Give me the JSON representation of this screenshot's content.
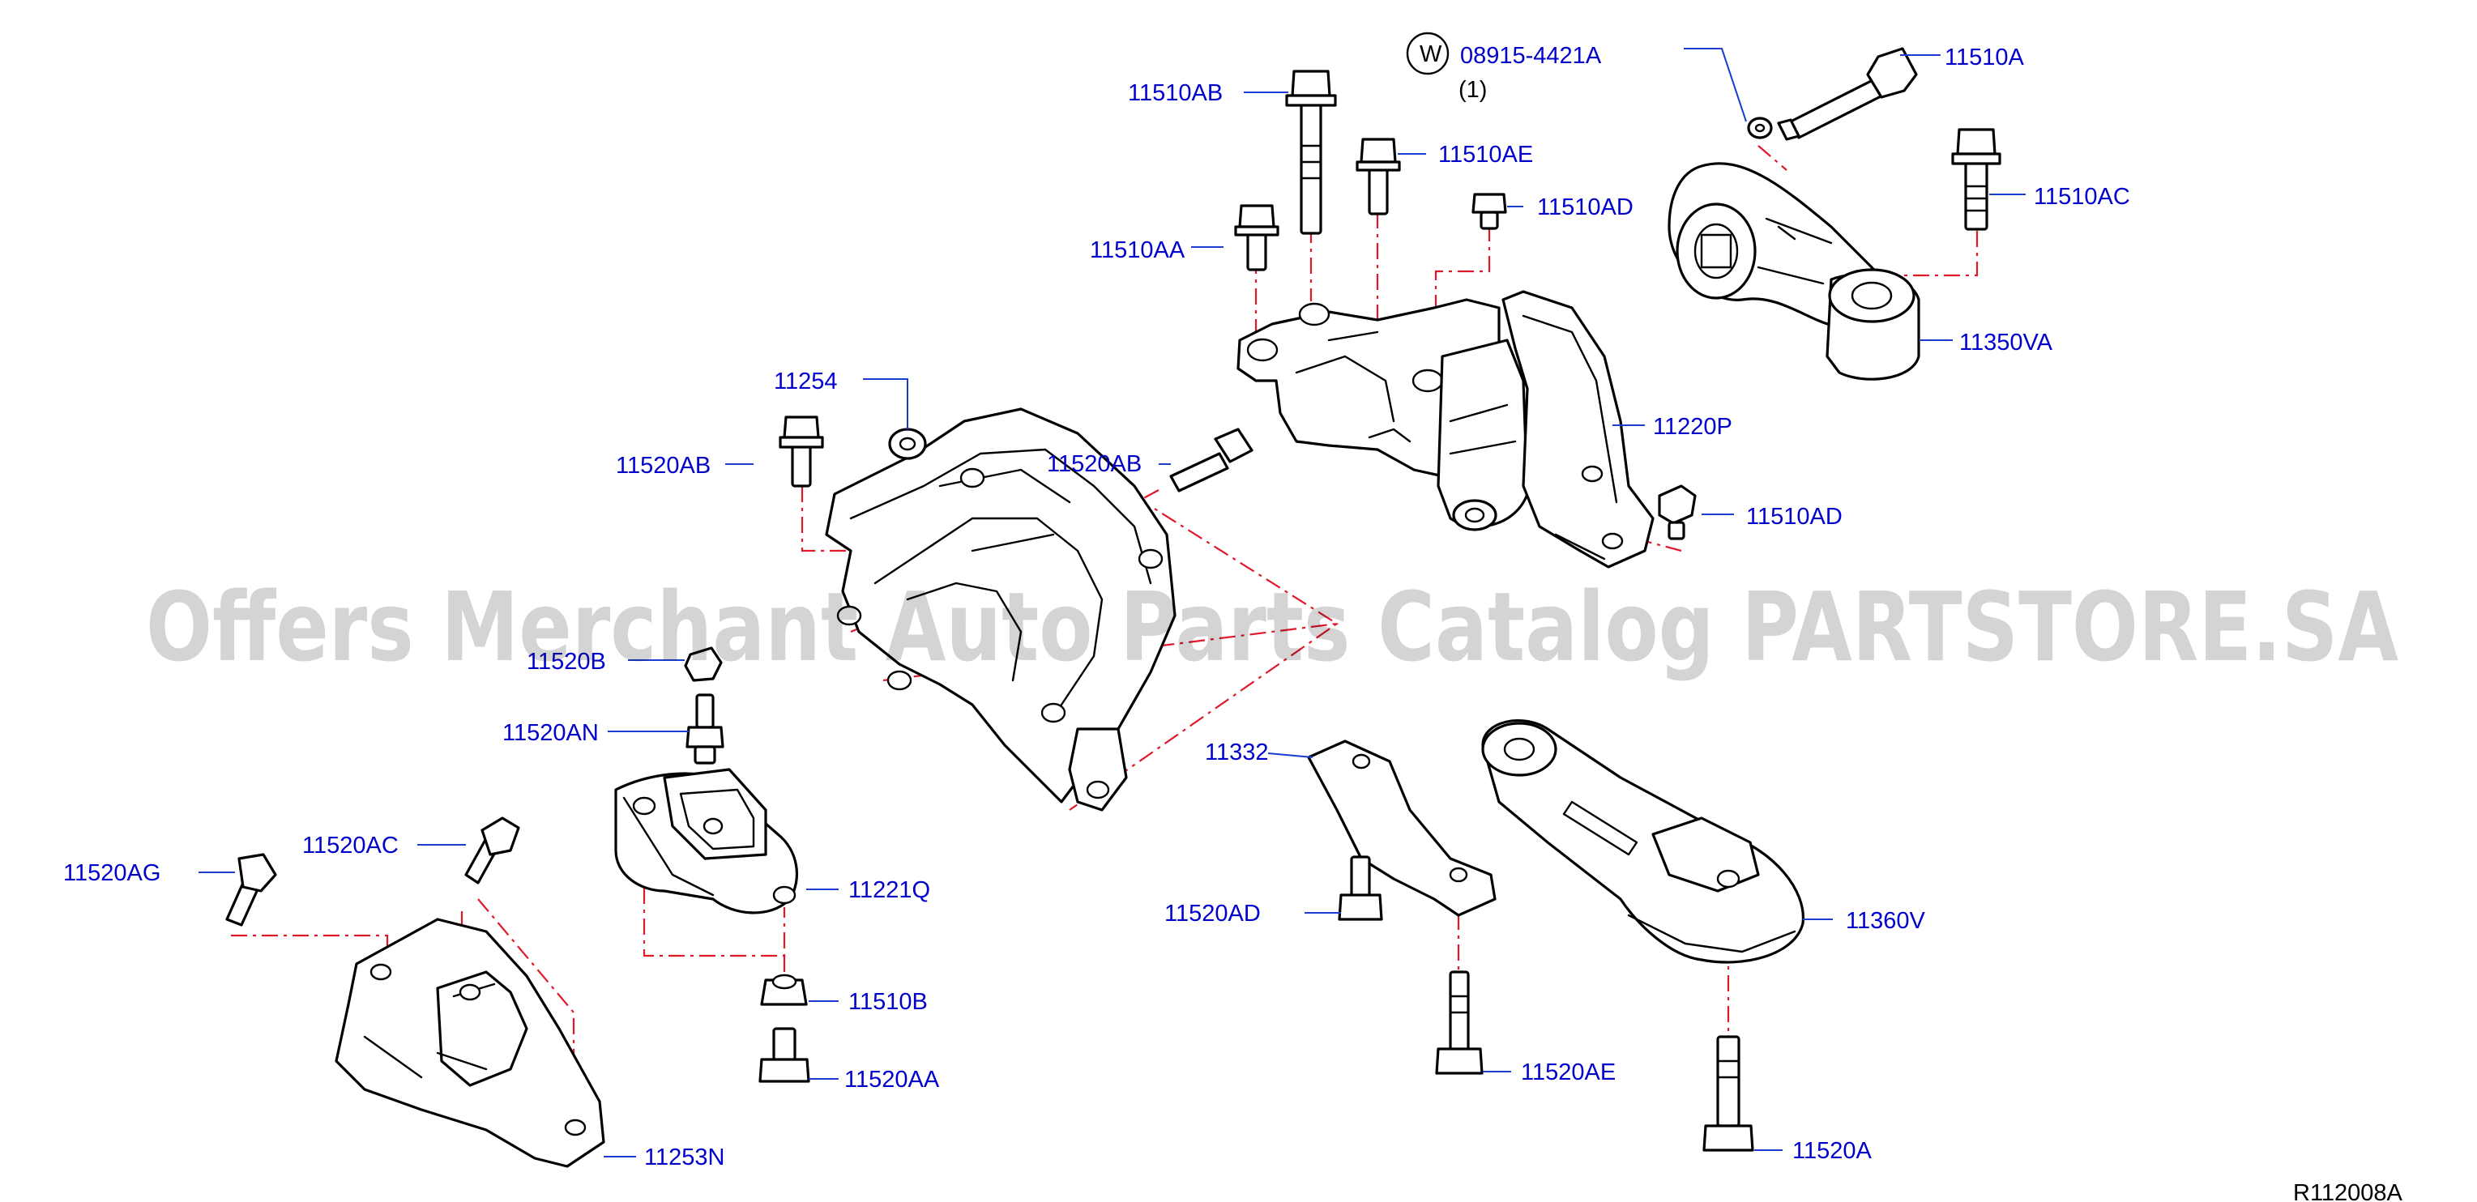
{
  "labels": {
    "p_08915_4421a": "08915-4421A",
    "qty": "(1)",
    "w_mark": "W",
    "p_11510a": "11510A",
    "p_11510ab": "11510AB",
    "p_11510ae": "11510AE",
    "p_11510ad_top": "11510AD",
    "p_11510aa": "11510AA",
    "p_11510ac": "11510AC",
    "p_11350va": "11350VA",
    "p_11254": "11254",
    "p_11520ab_left": "11520AB",
    "p_11520ab_mid": "11520AB",
    "p_11220p": "11220P",
    "p_11510ad_lower": "11510AD",
    "p_11520b": "11520B",
    "p_11520an": "11520AN",
    "p_11332": "11332",
    "p_11520ac": "11520AC",
    "p_11520ag": "11520AG",
    "p_11221q": "11221Q",
    "p_11360v": "11360V",
    "p_11520ad": "11520AD",
    "p_11510b": "11510B",
    "p_11520aa": "11520AA",
    "p_11520ae": "11520AE",
    "p_11520a": "11520A",
    "p_11253n": "11253N",
    "ref_code": "R112008A"
  },
  "watermark": "Offers Merchant Auto Parts Catalog PARTSTORE.SA",
  "colors": {
    "label": "#0000cc",
    "leader": "#1a3ccf",
    "centerline": "#e0182a",
    "line": "#000000"
  }
}
